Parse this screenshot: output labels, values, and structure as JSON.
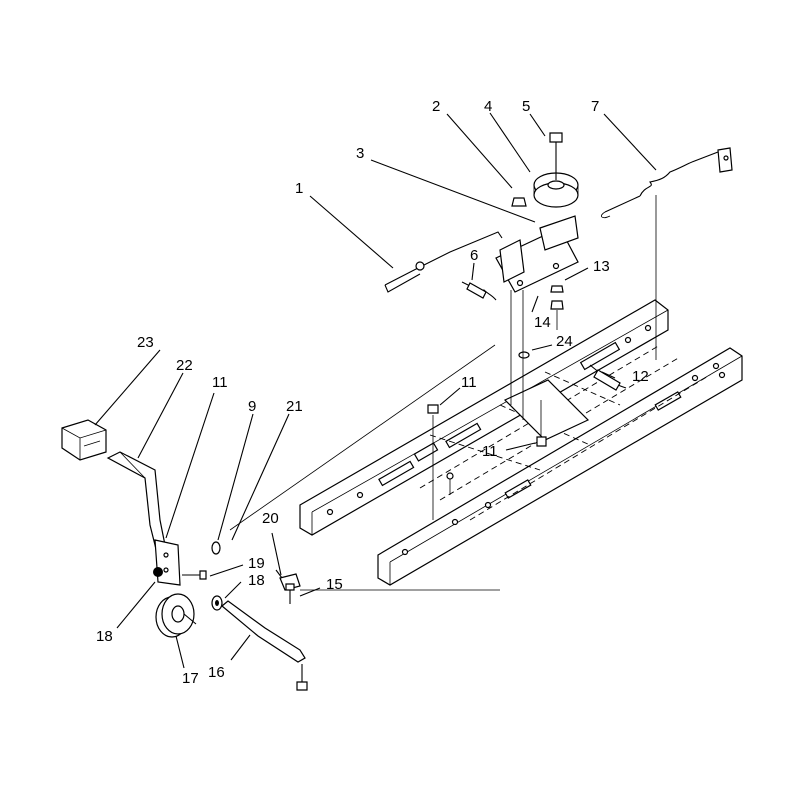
{
  "callouts": [
    {
      "id": "c1",
      "text": "1"
    },
    {
      "id": "c2",
      "text": "2"
    },
    {
      "id": "c3",
      "text": "3"
    },
    {
      "id": "c4",
      "text": "4"
    },
    {
      "id": "c5",
      "text": "5"
    },
    {
      "id": "c6",
      "text": "6"
    },
    {
      "id": "c7",
      "text": "7"
    },
    {
      "id": "c9",
      "text": "9"
    },
    {
      "id": "c11a",
      "text": "11"
    },
    {
      "id": "c11b",
      "text": "11"
    },
    {
      "id": "c11c",
      "text": "11"
    },
    {
      "id": "c12",
      "text": "12"
    },
    {
      "id": "c13",
      "text": "13"
    },
    {
      "id": "c14",
      "text": "14"
    },
    {
      "id": "c15",
      "text": "15"
    },
    {
      "id": "c16",
      "text": "16"
    },
    {
      "id": "c17",
      "text": "17"
    },
    {
      "id": "c18a",
      "text": "18"
    },
    {
      "id": "c18b",
      "text": "18"
    },
    {
      "id": "c19",
      "text": "19"
    },
    {
      "id": "c20",
      "text": "20"
    },
    {
      "id": "c21",
      "text": "21"
    },
    {
      "id": "c22",
      "text": "22"
    },
    {
      "id": "c23",
      "text": "23"
    },
    {
      "id": "c24",
      "text": "24"
    }
  ]
}
